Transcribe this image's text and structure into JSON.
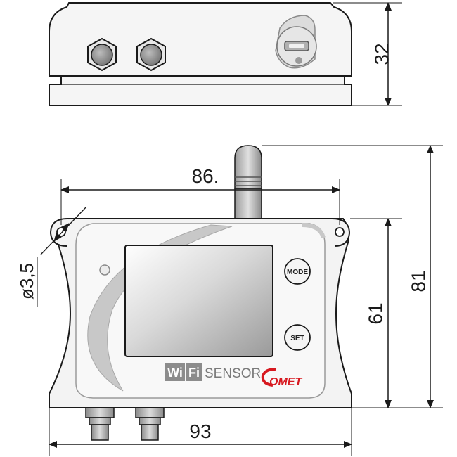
{
  "dimensions": {
    "height_top": "32",
    "width_holes": "86.",
    "hole_diameter": "ø3,5",
    "height_body": "61",
    "height_total": "81",
    "width_total": "93"
  },
  "device": {
    "mode_label": "MODE",
    "set_label": "SET",
    "logo_wi": "Wi",
    "logo_fi": "Fi",
    "logo_sensor": "SENSOR",
    "brand": "OMET"
  },
  "colors": {
    "line": "#1a1a1a",
    "body": "#f2f2f2",
    "swoosh": "#c8c8c8",
    "logo_grey": "#8c8c8c"
  }
}
